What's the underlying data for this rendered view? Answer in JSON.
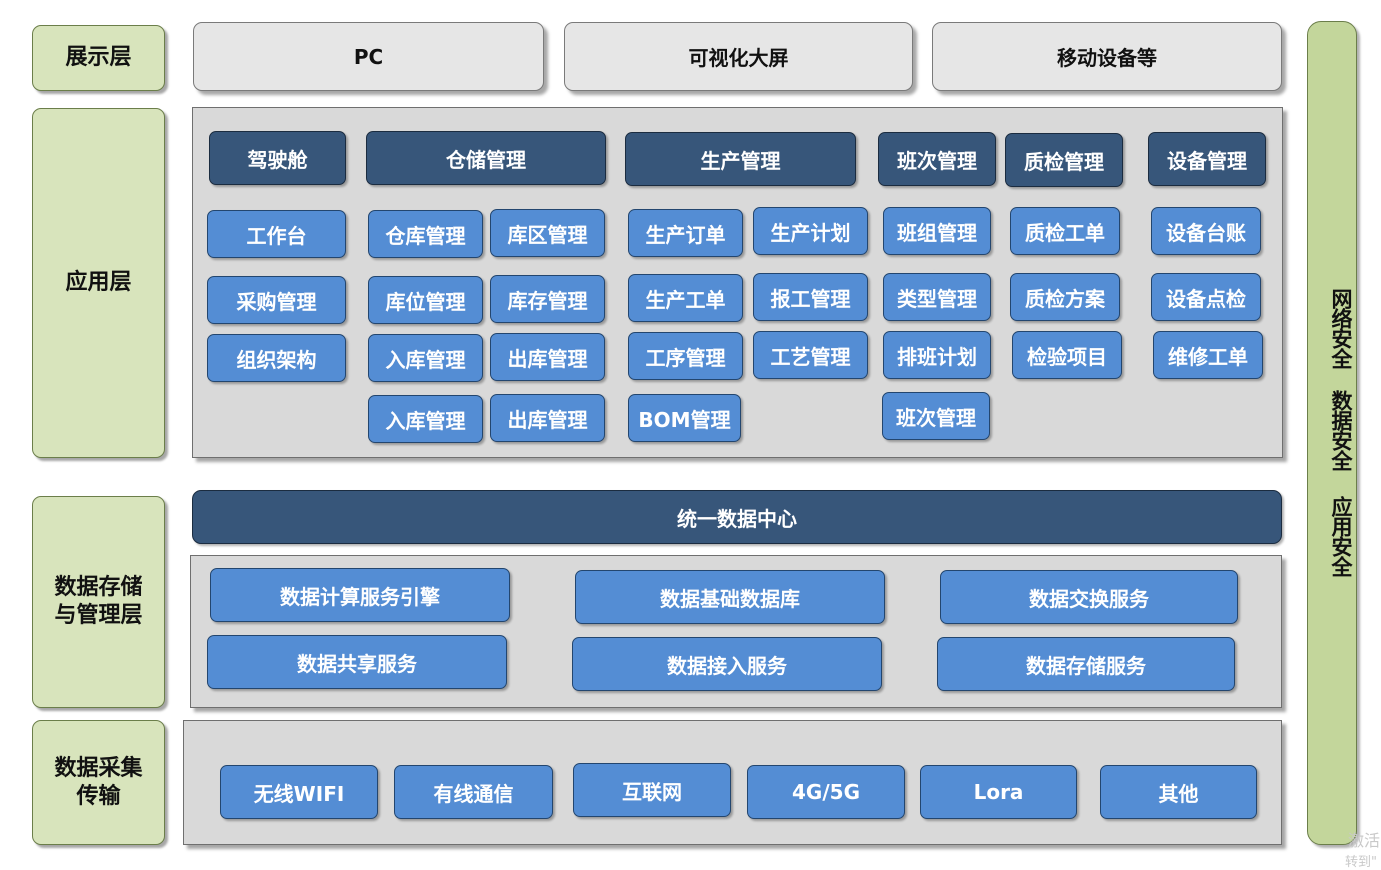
{
  "layers": {
    "display": "展示层",
    "application": "应用层",
    "storage": "数据存储\n与管理层",
    "collection": "数据采集\n传输"
  },
  "display_items": [
    "PC",
    "可视化大屏",
    "移动设备等"
  ],
  "application": {
    "headers": [
      "驾驶舱",
      "仓储管理",
      "生产管理",
      "班次管理",
      "质检管理",
      "设备管理"
    ],
    "cockpit": [
      "工作台",
      "采购管理",
      "组织架构"
    ],
    "warehouse": [
      "仓库管理",
      "库区管理",
      "库位管理",
      "库存管理",
      "入库管理",
      "出库管理",
      "入库管理",
      "出库管理"
    ],
    "production": [
      "生产订单",
      "生产计划",
      "生产工单",
      "报工管理",
      "工序管理",
      "工艺管理",
      "BOM管理"
    ],
    "shift": [
      "班组管理",
      "类型管理",
      "排班计划",
      "班次管理"
    ],
    "quality": [
      "质检工单",
      "质检方案",
      "检验项目"
    ],
    "equipment": [
      "设备台账",
      "设备点检",
      "维修工单"
    ]
  },
  "data_center": "统一数据中心",
  "data_services": [
    "数据计算服务引擎",
    "数据基础数据库",
    "数据交换服务",
    "数据共享服务",
    "数据接入服务",
    "数据存储服务"
  ],
  "transport": [
    "无线WIFI",
    "有线通信",
    "互联网",
    "4G/5G",
    "Lora",
    "其他"
  ],
  "security": {
    "network": "网络安全",
    "data": "数据安全",
    "app": "应用安全"
  },
  "watermark": {
    "line1": "激活",
    "line2": "转到\""
  },
  "colors": {
    "layer_label": "#d8e4bc",
    "security_bar": "#c3d69b",
    "panel": "#d9d9d9",
    "header_dark": "#37567a",
    "module_blue": "#548dd4"
  }
}
